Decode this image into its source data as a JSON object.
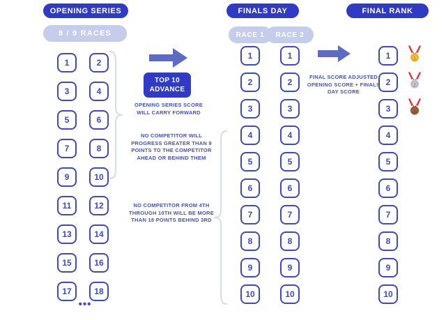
{
  "columns": {
    "opening": {
      "header": "OPENING SERIES",
      "badge": "8 / 9  RACES",
      "numbers": [
        1,
        2,
        3,
        4,
        5,
        6,
        7,
        8,
        9,
        10,
        11,
        12,
        13,
        14,
        15,
        16,
        17,
        18
      ],
      "ellipsis": "•••"
    },
    "finals": {
      "header": "FINALS DAY",
      "race1_badge": "RACE 1",
      "race2_badge": "RACE 2",
      "race1_numbers": [
        1,
        2,
        3,
        4,
        5,
        6,
        7,
        8,
        9,
        10
      ],
      "race2_numbers": [
        1,
        2,
        3,
        4,
        5,
        6,
        7,
        8,
        9,
        10
      ]
    },
    "final_rank": {
      "header": "FINAL RANK",
      "numbers": [
        1,
        2,
        3,
        4,
        5,
        6,
        7,
        8,
        9,
        10
      ],
      "medals": [
        "gold-medal",
        "silver-medal",
        "bronze-medal"
      ]
    }
  },
  "callouts": {
    "top10_line1": "TOP 10",
    "top10_line2": "ADVANCE",
    "carry_forward": "OPENING SERIES SCORE WILL CARRY FORWARD",
    "progress_rule": "NO COMPETITOR WILL PROGRESS GREATER THAN 9 POINTS TO THE COMPETITOR AHEAD OR BEHIND THEM",
    "behind_rule": "NO COMPETITOR FROM 4TH THROUGH 10TH WILL BE MORE THAN 18 POINTS BEHIND 3RD",
    "final_score": "FINAL SCORE ADJUSTED OPENING SCORE + FINALS DAY SCORE"
  },
  "colors": {
    "pill_blue": "#2f3bc6",
    "badge_lavender": "#c4cdeb",
    "box_blue": "#3b49c4",
    "arrow_blue": "#5c6cc4",
    "brace_gray": "#d9dde9",
    "gold": "#f2c14a",
    "silver": "#c4c6ca",
    "bronze": "#a0663c",
    "ribbon_red": "#d93b3b"
  }
}
